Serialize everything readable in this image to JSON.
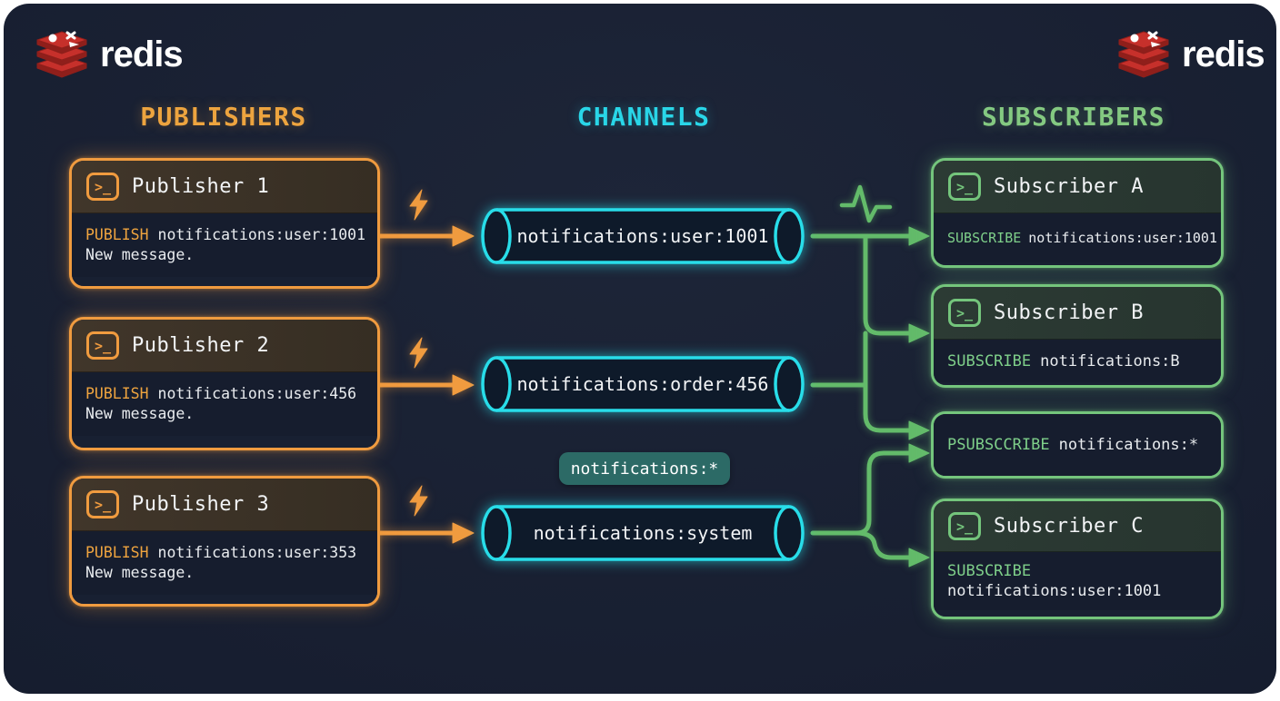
{
  "brand": {
    "wordmark": "redis"
  },
  "headers": {
    "publishers": "PUBLISHERS",
    "channels": "CHANNELS",
    "subscribers": "SUBSCRIBERS"
  },
  "icons": {
    "terminal_glyph": ">_"
  },
  "publishers": [
    {
      "title": "Publisher 1",
      "command": "PUBLISH",
      "args": "notifications:user:1001",
      "message": "New message."
    },
    {
      "title": "Publisher 2",
      "command": "PUBLISH",
      "args": "notifications:user:456",
      "message": "New message."
    },
    {
      "title": "Publisher 3",
      "command": "PUBLISH",
      "args": "notifications:user:353",
      "message": "New message."
    }
  ],
  "channels": [
    {
      "name": "notifications:user:1001"
    },
    {
      "name": "notifications:order:456"
    },
    {
      "name": "notifications:system"
    }
  ],
  "pattern_badge": {
    "label": "notifications:*"
  },
  "subscribers": [
    {
      "title": "Subscriber A",
      "command": "SUBSCRIBE",
      "args": "notifications:user:1001"
    },
    {
      "title": "Subscriber B",
      "command": "SUBSCRIBE",
      "args": "notifications:B"
    },
    {
      "command": "PSUBSCCRIBE",
      "args": "notifications:*"
    },
    {
      "title": "Subscriber C",
      "command": "SUBSCRIBE",
      "args": "notifications:user:1001"
    }
  ],
  "colors": {
    "publisher_accent": "#f09b3f",
    "channel_accent": "#28dde9",
    "subscriber_accent": "#74c57c",
    "redis_red": "#c6302b",
    "badge_bg": "#2c6a66",
    "panel_bg": "#171e30"
  }
}
